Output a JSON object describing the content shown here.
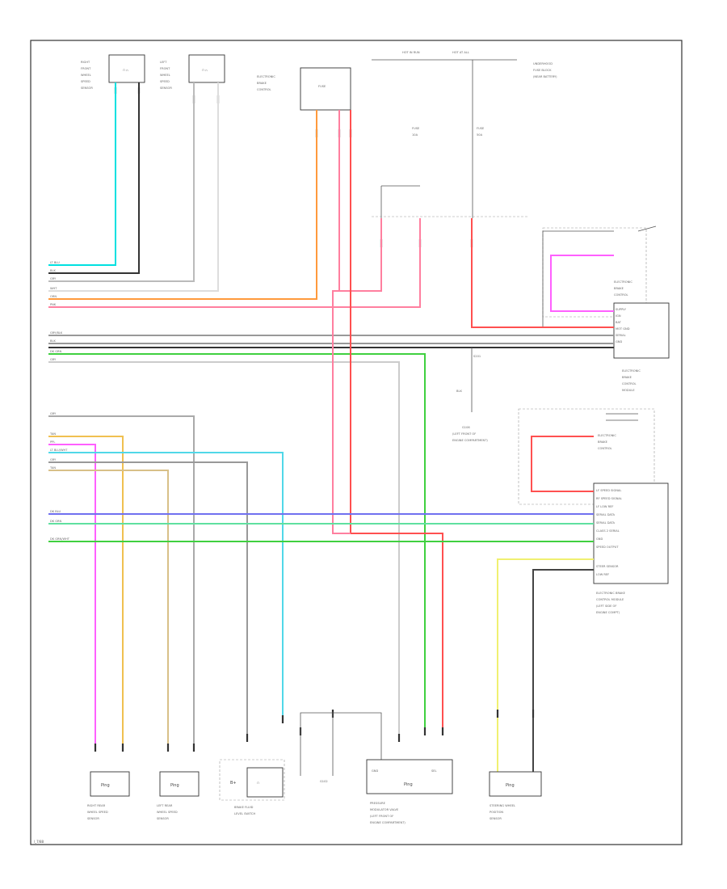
{
  "colors": {
    "lt_blue": "#00e0e0",
    "orange": "#ff9a3c",
    "pink": "#ff6f8f",
    "red": "#ff5050",
    "grey": "#a0a0a0",
    "green": "#40d040",
    "magenta": "#ff60ff",
    "yellow": "#f0e060",
    "tan": "#d8c088",
    "blue": "#7070f0",
    "lt_green": "#60e0a0",
    "black": "#333333",
    "white_wire": "#d8d8d8"
  },
  "labels": {
    "footer_code": "l_7/88"
  },
  "components": {
    "left_bottom_1": "Ping",
    "left_bottom_2": "Ping",
    "right_bottom": "Ping",
    "center_bottom_left": "B+",
    "center_bottom_right": "Ping"
  }
}
